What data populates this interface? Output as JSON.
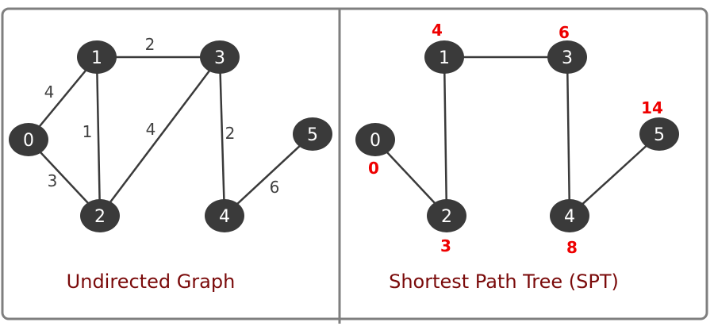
{
  "colors": {
    "node_fill": "#3a3a3a",
    "edge": "#3a3a3a",
    "frame": "#7f7f7f",
    "caption": "#7a0a0a",
    "distance": "#ee0000"
  },
  "left_panel": {
    "caption": "Undirected Graph",
    "nodes": [
      {
        "id": "0",
        "label": "0"
      },
      {
        "id": "1",
        "label": "1"
      },
      {
        "id": "2",
        "label": "2"
      },
      {
        "id": "3",
        "label": "3"
      },
      {
        "id": "4",
        "label": "4"
      },
      {
        "id": "5",
        "label": "5"
      }
    ],
    "edges": [
      {
        "from": "0",
        "to": "1",
        "weight": "4"
      },
      {
        "from": "0",
        "to": "2",
        "weight": "3"
      },
      {
        "from": "1",
        "to": "2",
        "weight": "1"
      },
      {
        "from": "1",
        "to": "3",
        "weight": "2"
      },
      {
        "from": "2",
        "to": "3",
        "weight": "4"
      },
      {
        "from": "3",
        "to": "4",
        "weight": "2"
      },
      {
        "from": "4",
        "to": "5",
        "weight": "6"
      }
    ]
  },
  "right_panel": {
    "caption": "Shortest Path Tree (SPT)",
    "nodes": [
      {
        "id": "0",
        "label": "0",
        "distance": "0"
      },
      {
        "id": "1",
        "label": "1",
        "distance": "4"
      },
      {
        "id": "2",
        "label": "2",
        "distance": "3"
      },
      {
        "id": "3",
        "label": "3",
        "distance": "6"
      },
      {
        "id": "4",
        "label": "4",
        "distance": "8"
      },
      {
        "id": "5",
        "label": "5",
        "distance": "14"
      }
    ],
    "edges": [
      {
        "from": "0",
        "to": "2"
      },
      {
        "from": "1",
        "to": "2"
      },
      {
        "from": "1",
        "to": "3"
      },
      {
        "from": "3",
        "to": "4"
      },
      {
        "from": "4",
        "to": "5"
      }
    ]
  }
}
